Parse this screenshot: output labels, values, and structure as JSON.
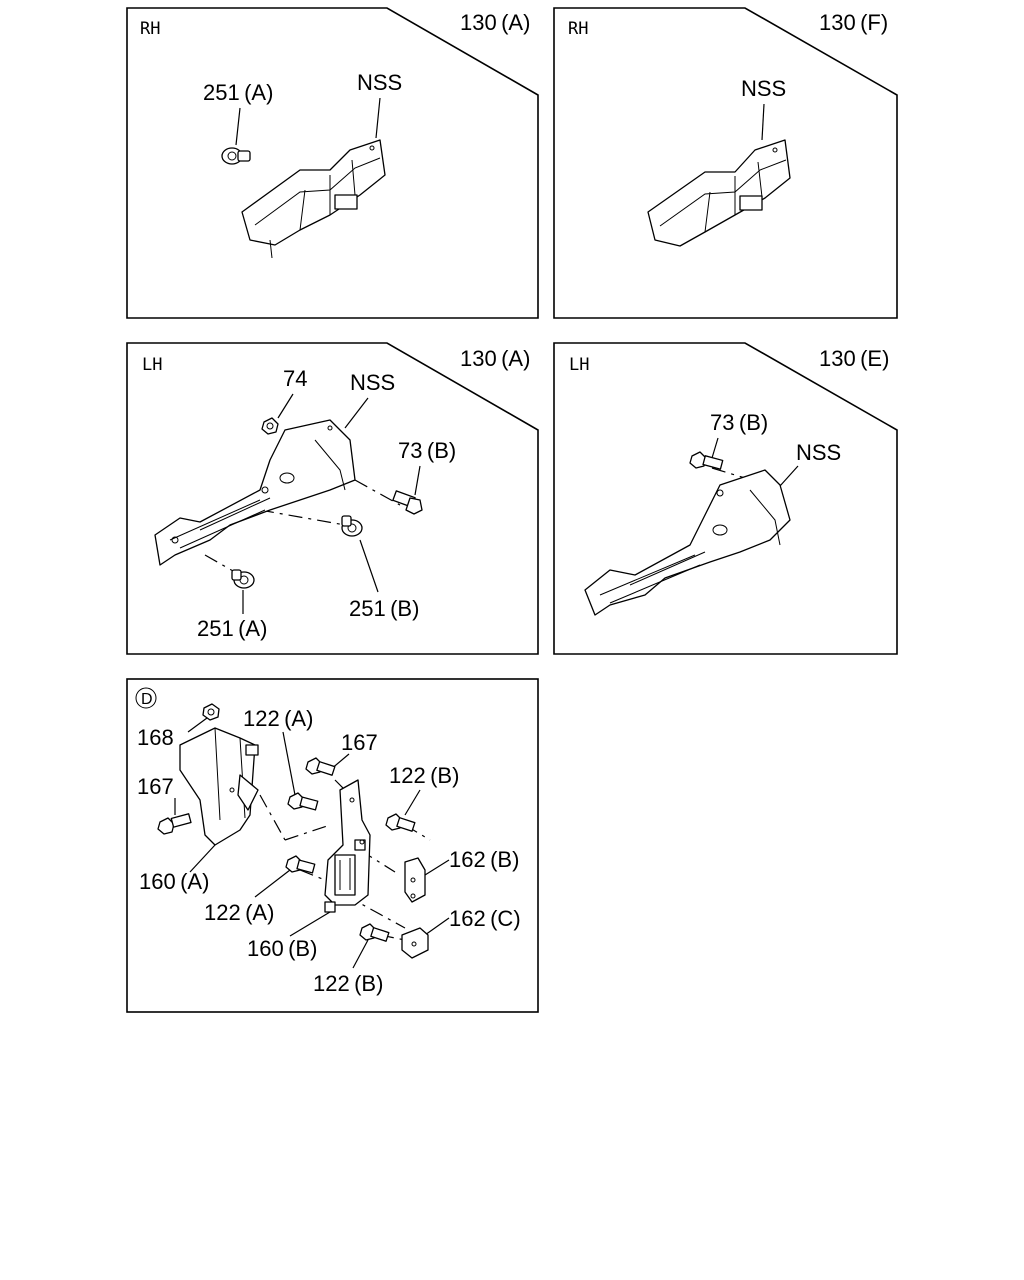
{
  "panels": [
    {
      "side": "RH",
      "ref": "130 (A)",
      "labels": {
        "nss": "NSS",
        "clip": "251 (A)"
      }
    },
    {
      "side": "RH",
      "ref": "130 (F)",
      "labels": {
        "nss": "NSS"
      }
    },
    {
      "side": "LH",
      "ref": "130 (A)",
      "labels": {
        "nut": "74",
        "nss": "NSS",
        "bolt": "73 (B)",
        "clip_a": "251 (A)",
        "clip_b": "251 (B)"
      }
    },
    {
      "side": "LH",
      "ref": "130 (E)",
      "labels": {
        "bolt": "73 (B)",
        "nss": "NSS"
      }
    },
    {
      "detail_mark": "D",
      "labels": {
        "p168": "168",
        "p122a_top": "122 (A)",
        "p167_top": "167",
        "p167_left": "167",
        "p122b_top": "122 (B)",
        "p162b": "162 (B)",
        "p160a": "160 (A)",
        "p122a_mid": "122 (A)",
        "p162c": "162 (C)",
        "p160b": "160 (B)",
        "p122b_bot": "122 (B)"
      }
    }
  ]
}
